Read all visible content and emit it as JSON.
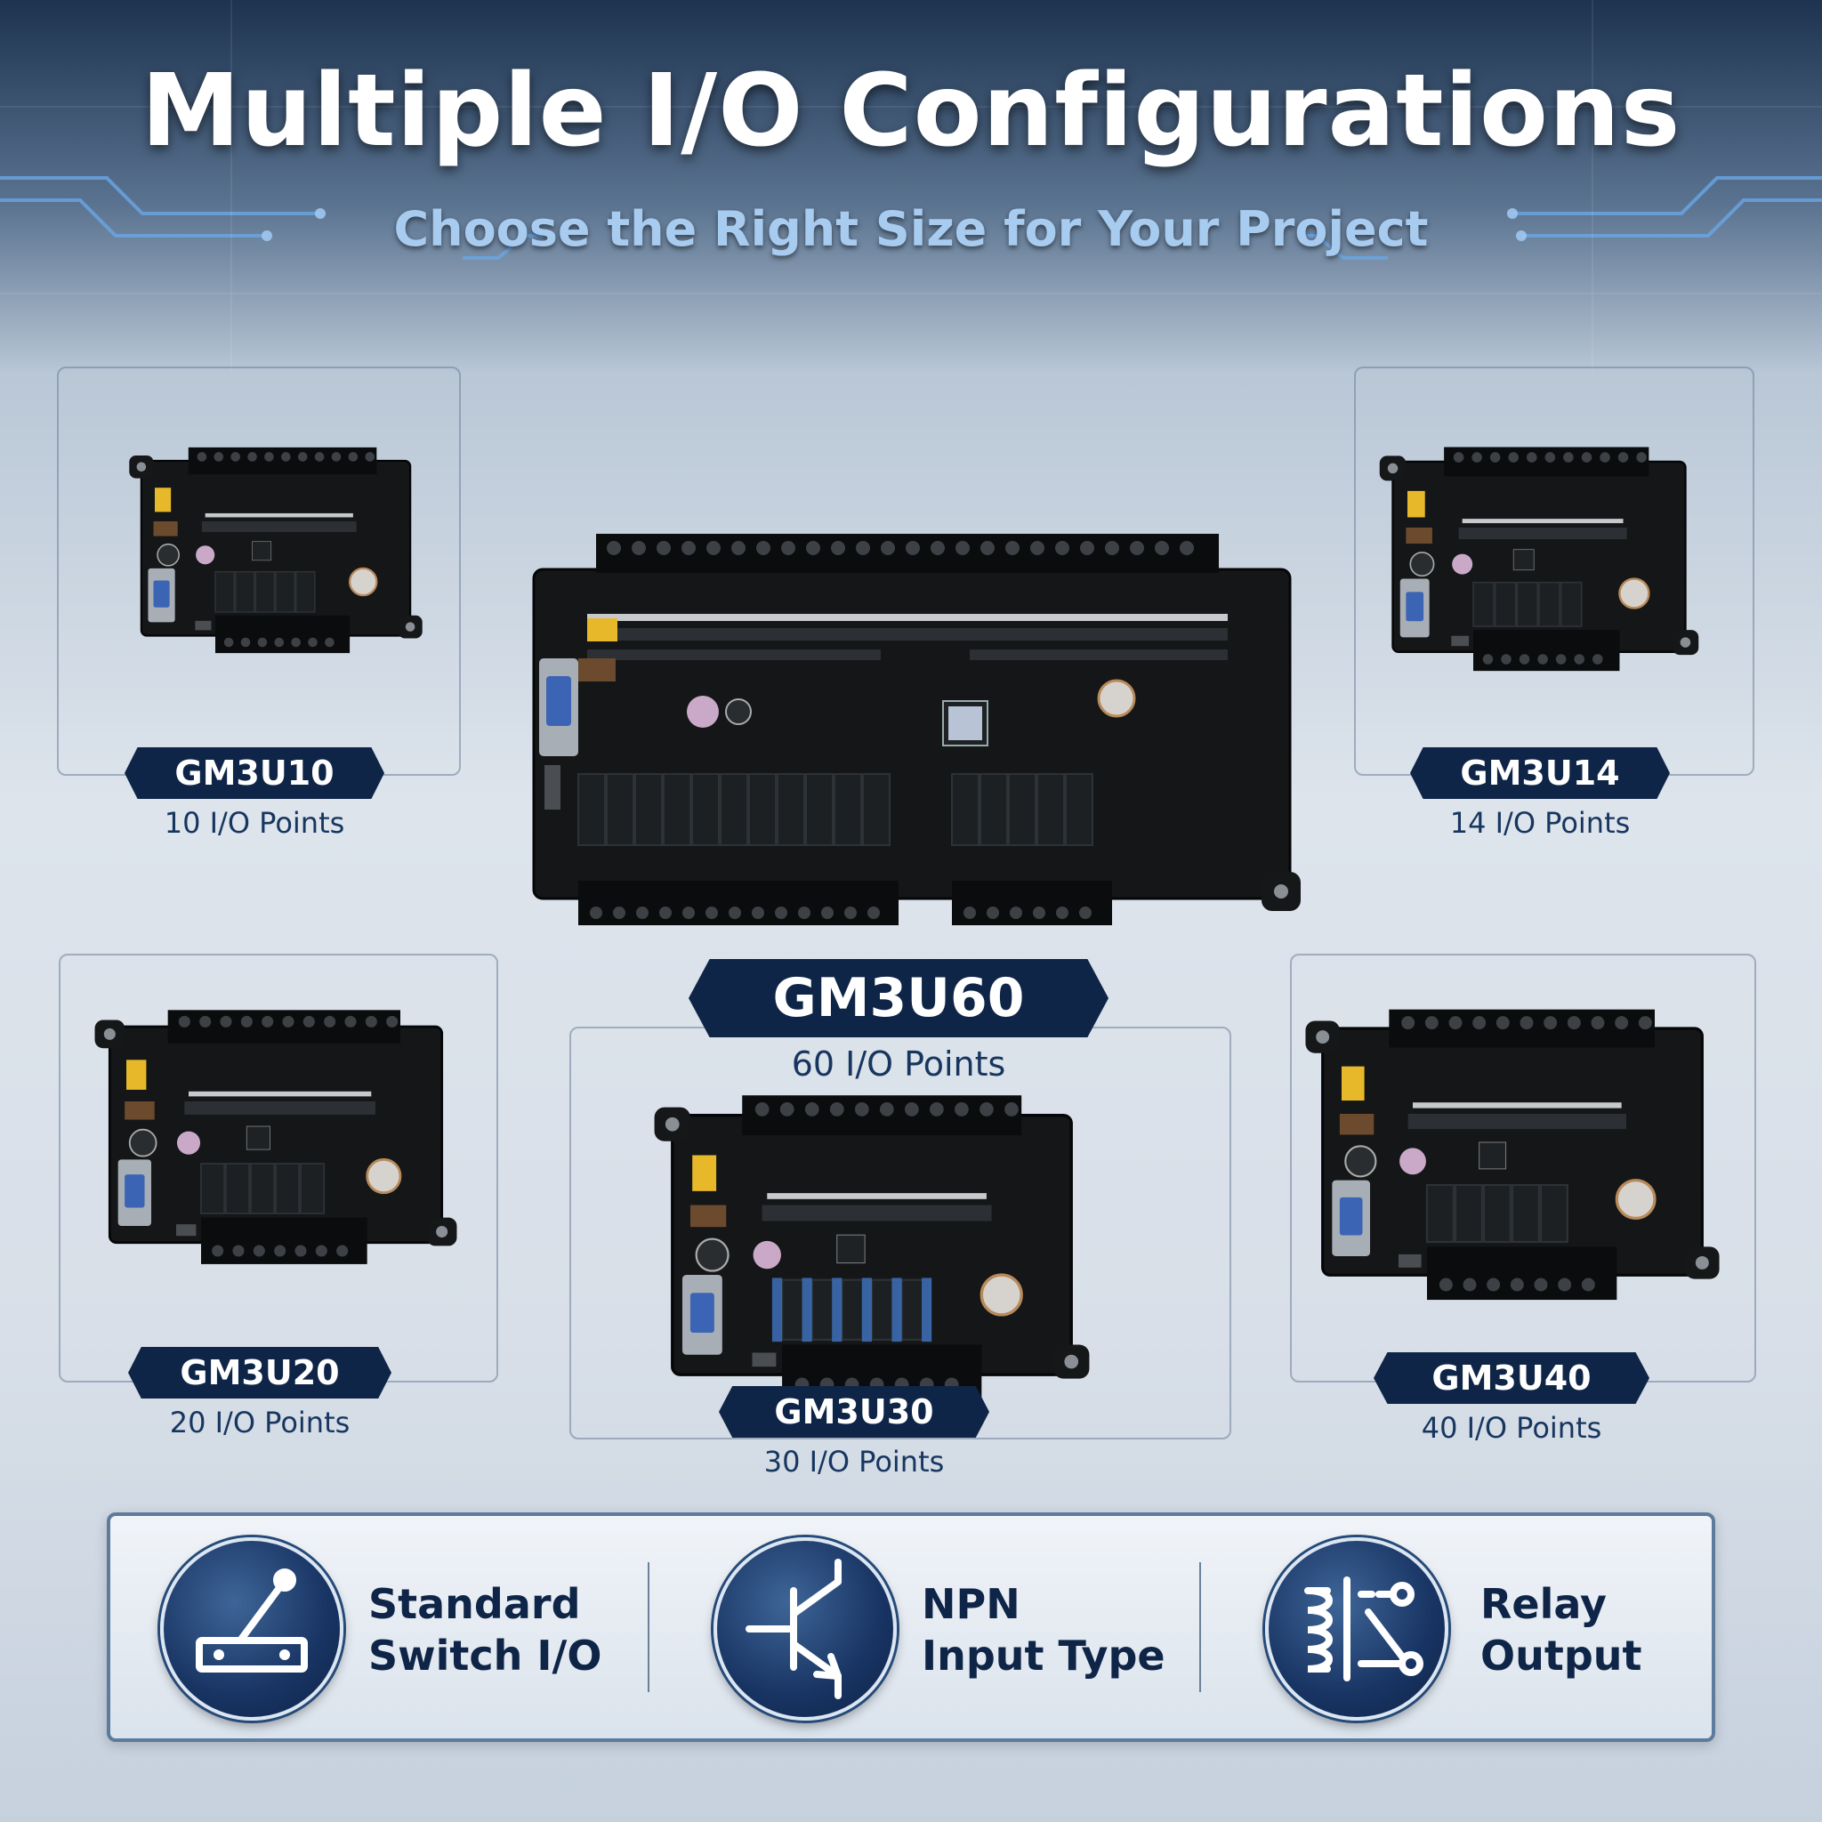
{
  "header": {
    "title": "Multiple I/O Configurations",
    "subtitle": "Choose the Right Size for Your Project"
  },
  "products": {
    "gm3u10": {
      "model": "GM3U10",
      "points": "10 I/O Points"
    },
    "gm3u14": {
      "model": "GM3U14",
      "points": "14 I/O Points"
    },
    "gm3u60": {
      "model": "GM3U60",
      "points": "60 I/O Points"
    },
    "gm3u20": {
      "model": "GM3U20",
      "points": "20 I/O Points"
    },
    "gm3u30": {
      "model": "GM3U30",
      "points": "30 I/O Points"
    },
    "gm3u40": {
      "model": "GM3U40",
      "points": "40 I/O Points"
    }
  },
  "features": [
    {
      "line1": "Standard",
      "line2": "Switch I/O",
      "icon": "toggle-switch-icon"
    },
    {
      "line1": "NPN",
      "line2": "Input Type",
      "icon": "transistor-icon"
    },
    {
      "line1": "Relay",
      "line2": "Output",
      "icon": "relay-icon"
    }
  ],
  "colors": {
    "badge": "#0f2548",
    "title": "#ffffff",
    "subtitle": "#a8cbf0",
    "points_text": "#17365f"
  }
}
